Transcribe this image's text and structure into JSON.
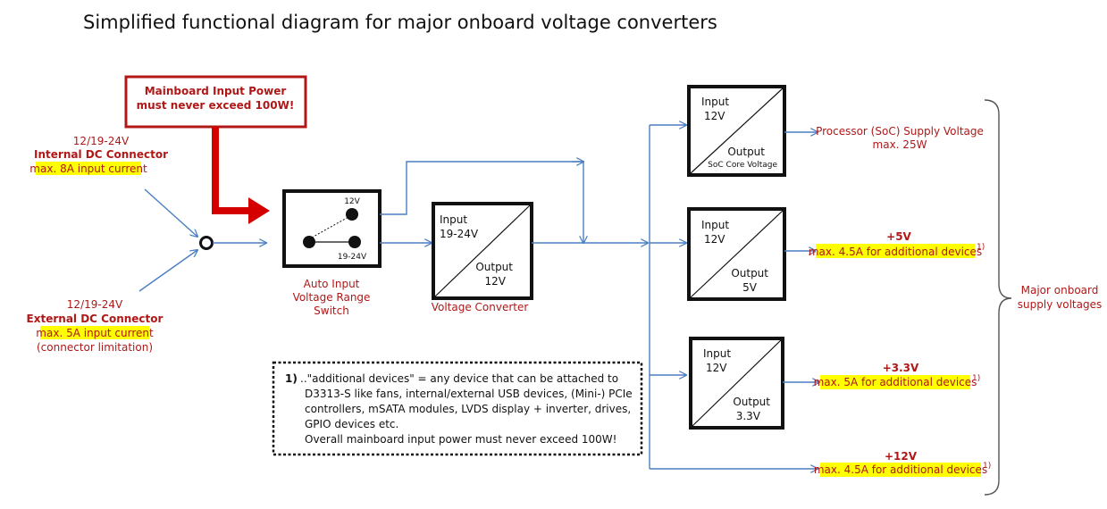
{
  "title": "Simplified functional diagram for major onboard voltage converters",
  "warning": {
    "line1": "Mainboard Input Power",
    "line2": "must never exceed 100W!",
    "color": "#b01818"
  },
  "internal_connector": {
    "voltage": "12/19-24V",
    "name": "Internal DC Connector",
    "current": "max. 8A input current"
  },
  "external_connector": {
    "voltage": "12/19-24V",
    "name": "External DC Connector",
    "current": "max. 5A input current",
    "limitation": "(connector limitation)"
  },
  "switch": {
    "top_label": "12V",
    "bottom_label": "19-24V",
    "caption_line1": "Auto Input",
    "caption_line2": "Voltage Range",
    "caption_line3": "Switch"
  },
  "main_converter": {
    "input_label": "Input",
    "input_value": "19-24V",
    "output_label": "Output",
    "output_value": "12V",
    "caption": "Voltage Converter"
  },
  "soc_converter": {
    "input_label": "Input",
    "input_value": "12V",
    "output_label": "Output",
    "output_sub": "SoC Core Voltage",
    "dest_line1": "Processor (SoC) Supply Voltage",
    "dest_line2": "max. 25W"
  },
  "conv_5v": {
    "input_label": "Input",
    "input_value": "12V",
    "output_label": "Output",
    "output_value": "5V",
    "rail": "+5V",
    "dest": "max. 4.5A for additional devices",
    "footnote": "1)"
  },
  "conv_3v3": {
    "input_label": "Input",
    "input_value": "12V",
    "output_label": "Output",
    "output_value": "3.3V",
    "rail": "+3.3V",
    "dest": "max. 5A for additional devices",
    "footnote": "1)"
  },
  "rail_12v": {
    "rail": "+12V",
    "dest": "max. 4.5A for additional devices",
    "footnote": "1)"
  },
  "brace_label": {
    "line1": "Major onboard",
    "line2": "supply voltages"
  },
  "note": {
    "marker": "1)",
    "line1": "..\"additional devices\" = any device that can be attached to",
    "line2": "D3313-S like fans, internal/external USB devices, (Mini-) PCIe",
    "line3": "controllers, mSATA modules, LVDS display + inverter, drives,",
    "line4": "GPIO devices etc.",
    "line5": "Overall mainboard input power must never exceed 100W!"
  },
  "colors": {
    "wire": "#4a7fc1",
    "highlight": "#ffff00",
    "label_red": "#b01818",
    "arrow_red": "#d40000"
  }
}
